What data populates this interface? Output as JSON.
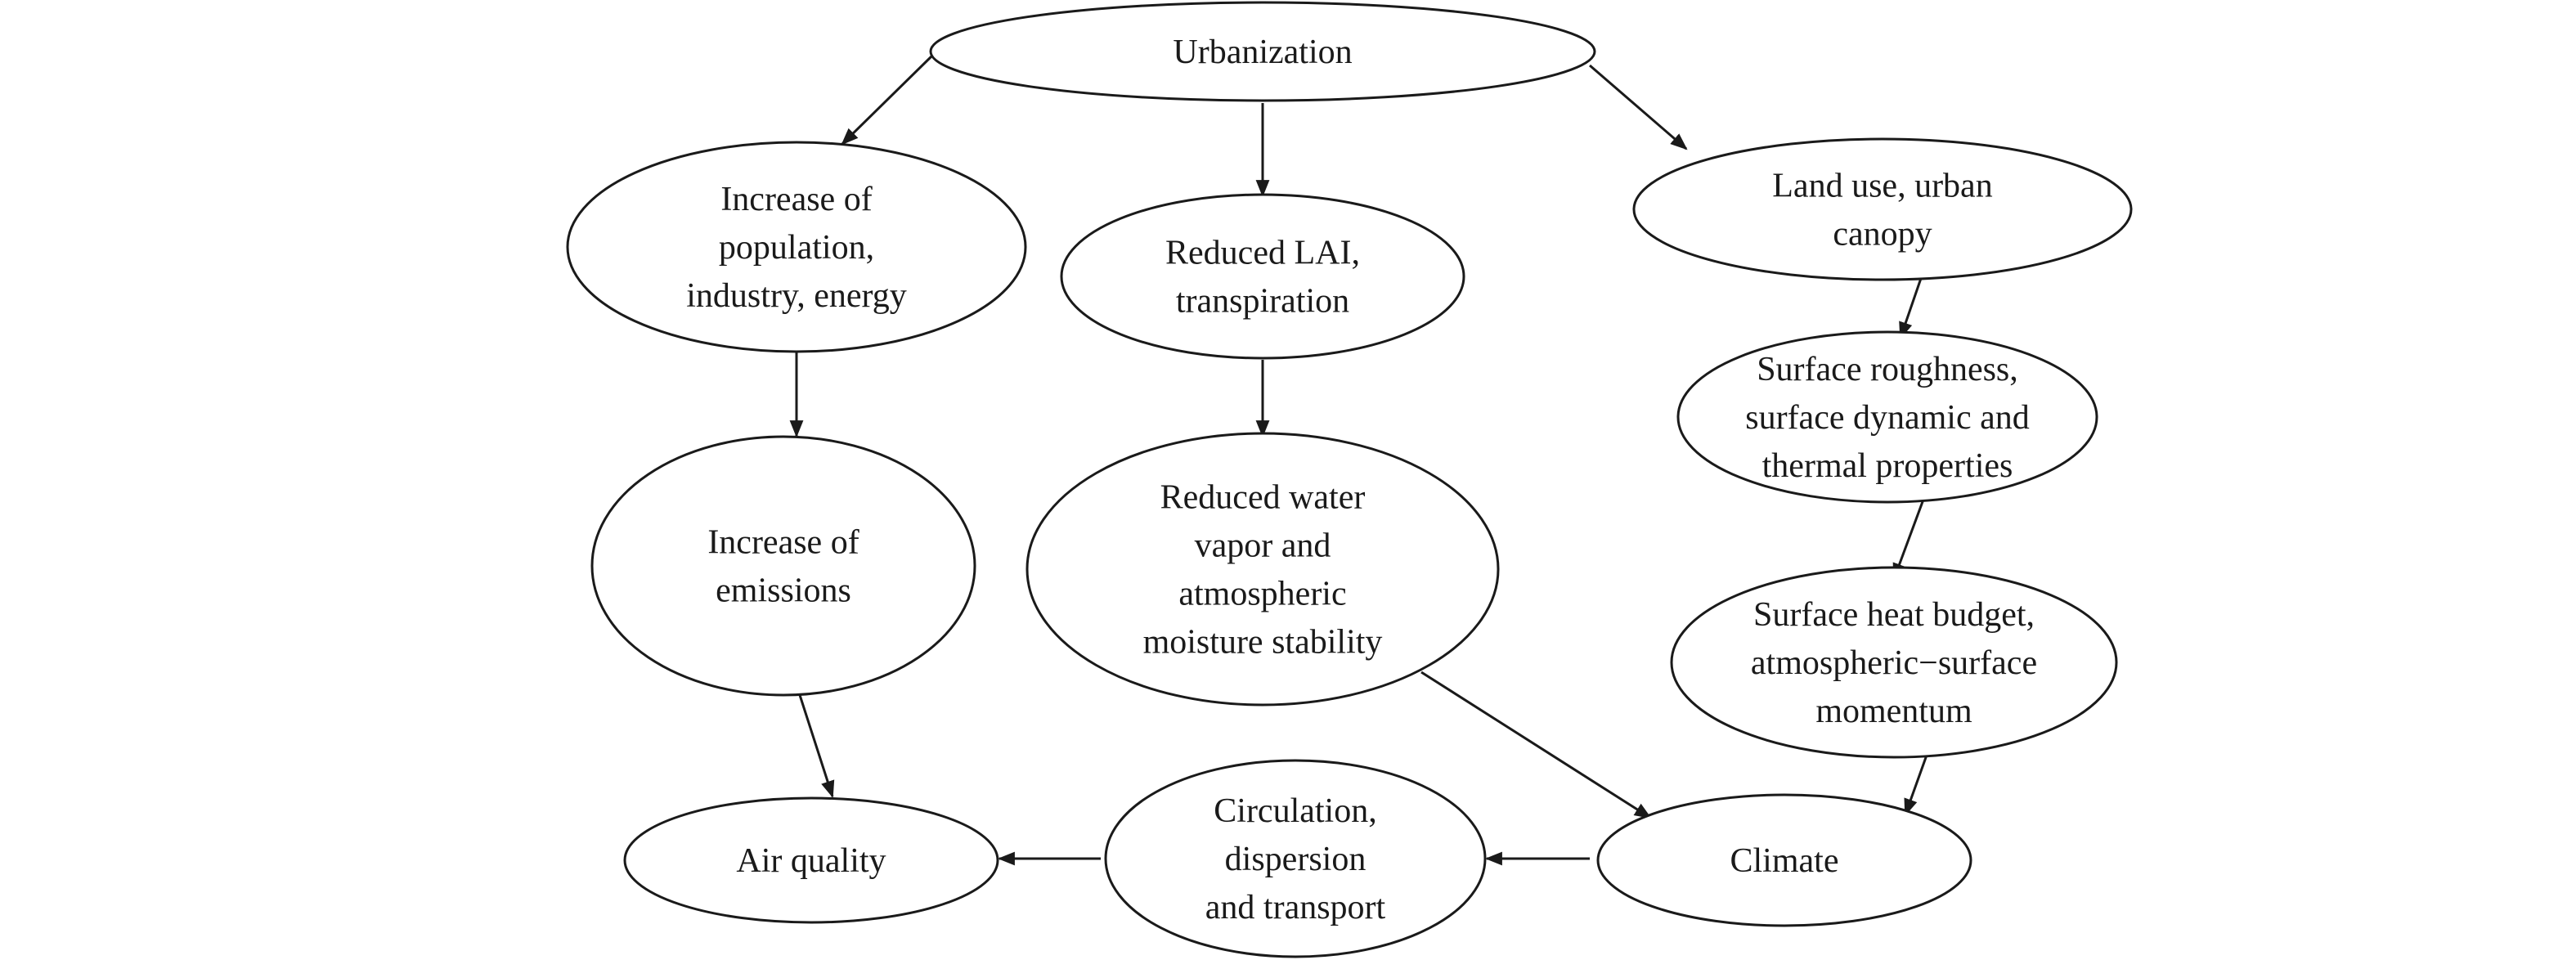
{
  "diagram": {
    "nodes": {
      "urbanization": [
        "Urbanization"
      ],
      "population": [
        "Increase of",
        "population,",
        "industry, energy"
      ],
      "lai": [
        "Reduced LAI,",
        "transpiration"
      ],
      "landuse": [
        "Land use, urban",
        "canopy"
      ],
      "roughness": [
        "Surface roughness,",
        "surface dynamic and",
        "thermal properties"
      ],
      "emissions": [
        "Increase of",
        "emissions"
      ],
      "water": [
        "Reduced water",
        "vapor and",
        "atmospheric",
        "moisture stability"
      ],
      "heat": [
        "Surface heat budget,",
        "atmospheric−surface",
        "momentum"
      ],
      "airquality": [
        "Air quality"
      ],
      "circulation": [
        "Circulation,",
        "dispersion",
        "and transport"
      ],
      "climate": [
        "Climate"
      ]
    },
    "edges": [
      [
        "urbanization",
        "population"
      ],
      [
        "urbanization",
        "lai"
      ],
      [
        "urbanization",
        "landuse"
      ],
      [
        "population",
        "emissions"
      ],
      [
        "lai",
        "water"
      ],
      [
        "landuse",
        "roughness"
      ],
      [
        "roughness",
        "heat"
      ],
      [
        "emissions",
        "airquality"
      ],
      [
        "water",
        "climate"
      ],
      [
        "heat",
        "climate"
      ],
      [
        "climate",
        "circulation"
      ],
      [
        "circulation",
        "airquality"
      ]
    ]
  }
}
